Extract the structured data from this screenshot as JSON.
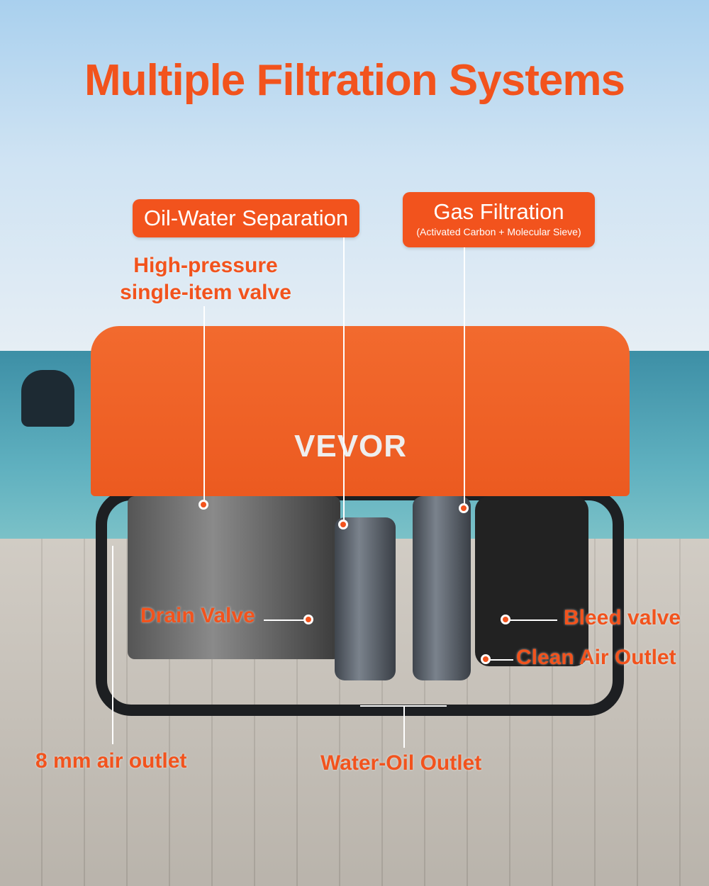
{
  "title": "Multiple Filtration Systems",
  "brand": "VEVOR",
  "callouts": {
    "oil_water": "Oil-Water Separation",
    "gas_filtration": "Gas Filtration",
    "gas_filtration_sub": "(Activated Carbon + Molecular Sieve)",
    "valve_line1": "High-pressure",
    "valve_line2": "single-item valve",
    "drain": "Drain Valve",
    "bleed": "Bleed valve",
    "clean_air": "Clean Air Outlet",
    "air_outlet": "8 mm air outlet",
    "water_oil": "Water-Oil Outlet"
  },
  "colors": {
    "accent": "#f2531d",
    "cover": "#ec5a20"
  }
}
